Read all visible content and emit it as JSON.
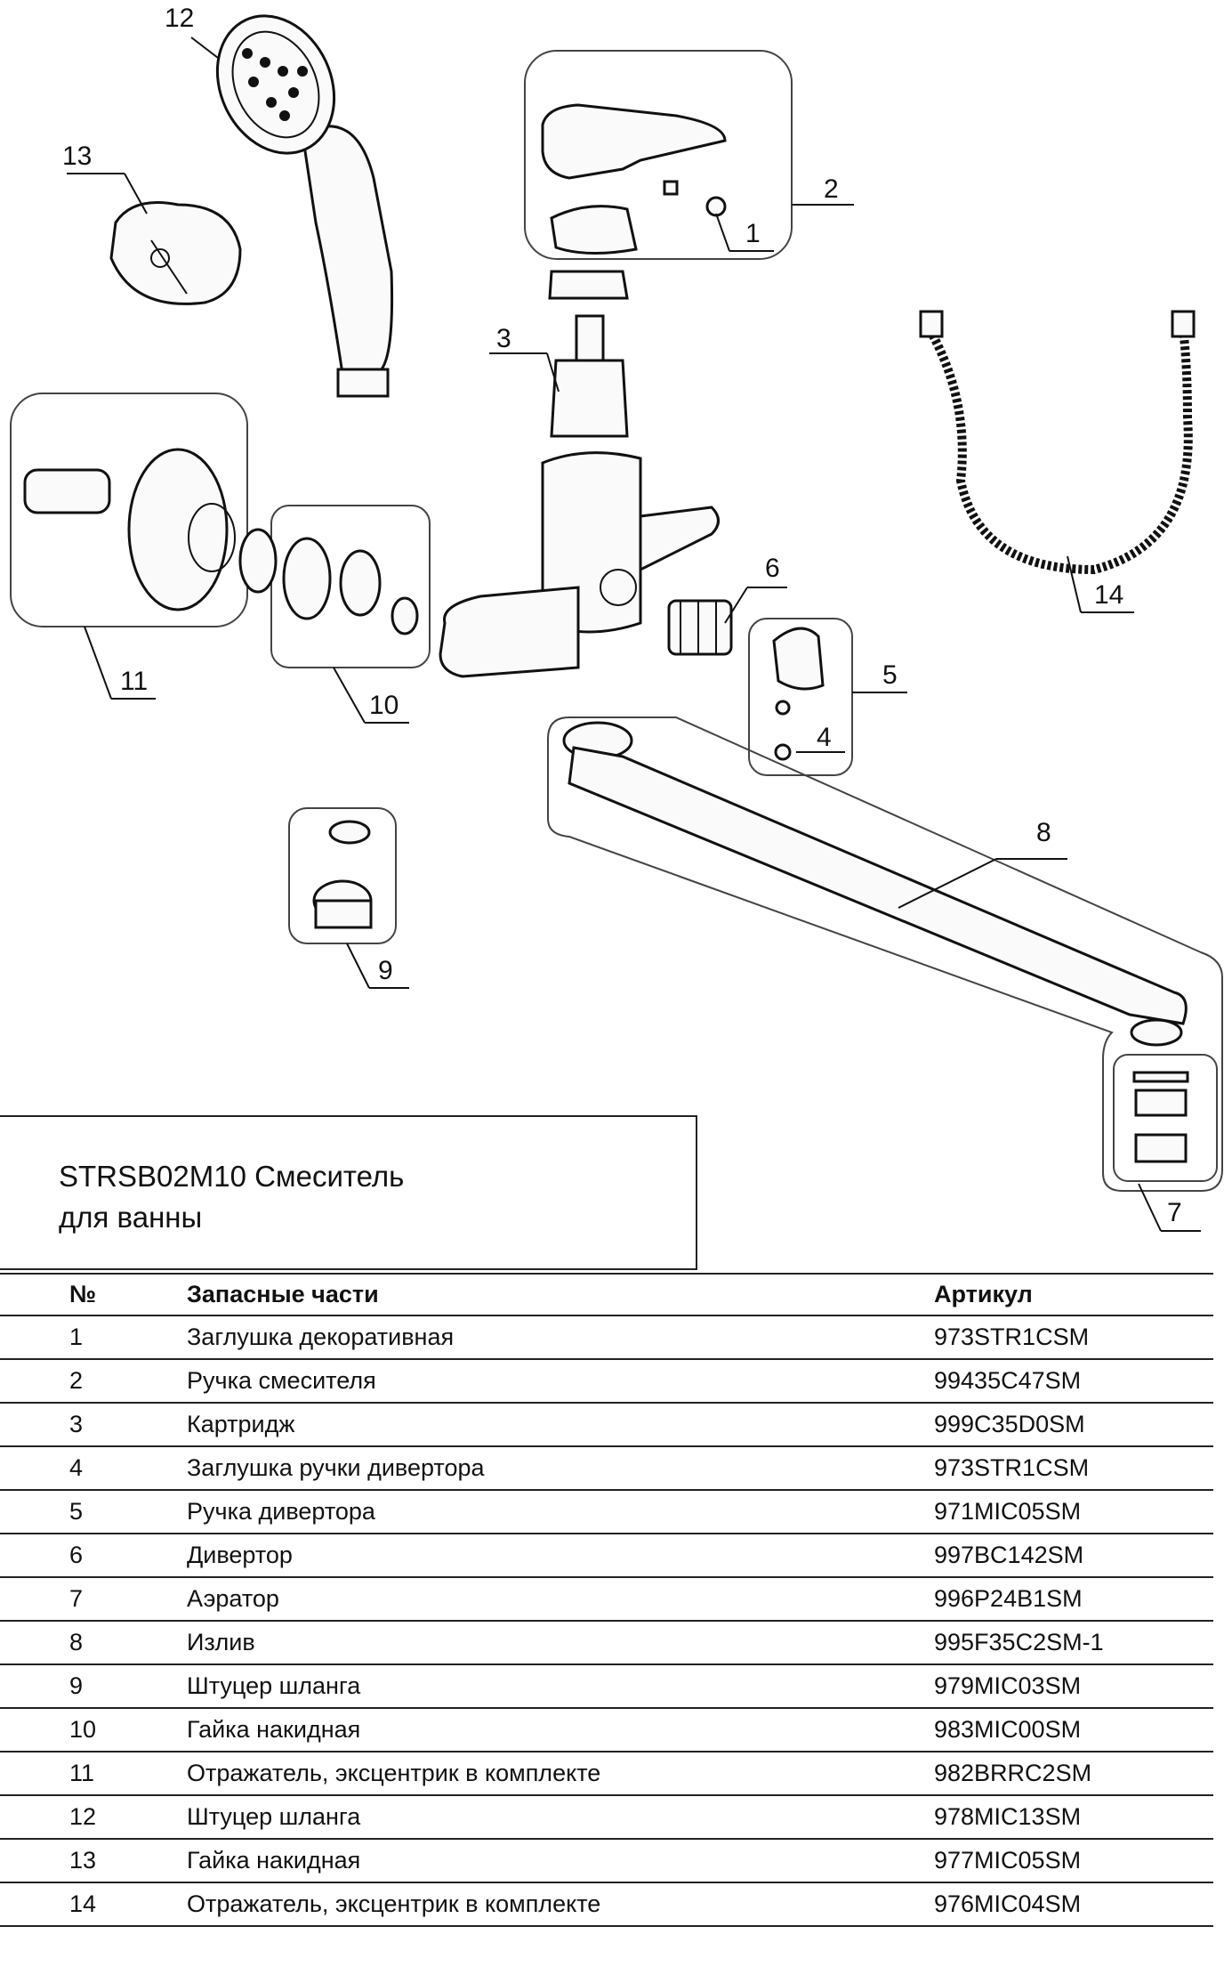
{
  "callouts": [
    "1",
    "2",
    "3",
    "4",
    "5",
    "6",
    "7",
    "8",
    "9",
    "10",
    "11",
    "12",
    "13",
    "14"
  ],
  "title": "STRSB02M10 Смеситель\nдля ванны",
  "table": {
    "headers": {
      "no": "№",
      "name": "Запасные части",
      "sku": "Артикул"
    },
    "rows": [
      {
        "no": "1",
        "name": "Заглушка декоративная",
        "sku": "973STR1CSM"
      },
      {
        "no": "2",
        "name": "Ручка смесителя",
        "sku": "99435C47SM"
      },
      {
        "no": "3",
        "name": "Картридж",
        "sku": "999C35D0SM"
      },
      {
        "no": "4",
        "name": "Заглушка ручки дивертора",
        "sku": "973STR1CSM"
      },
      {
        "no": "5",
        "name": "Ручка дивертора",
        "sku": "971MIC05SM"
      },
      {
        "no": "6",
        "name": "Дивертор",
        "sku": "997BC142SM"
      },
      {
        "no": "7",
        "name": "Аэратор",
        "sku": "996P24B1SM"
      },
      {
        "no": "8",
        "name": "Излив",
        "sku": "995F35C2SM-1"
      },
      {
        "no": "9",
        "name": "Штуцер шланга",
        "sku": "979MIC03SM"
      },
      {
        "no": "10",
        "name": "Гайка накидная",
        "sku": "983MIC00SM"
      },
      {
        "no": "11",
        "name": "Отражатель, эксцентрик в комплекте",
        "sku": "982BRRC2SM"
      },
      {
        "no": "12",
        "name": "Штуцер шланга",
        "sku": "978MIC13SM"
      },
      {
        "no": "13",
        "name": "Гайка накидная",
        "sku": "977MIC05SM"
      },
      {
        "no": "14",
        "name": "Отражатель, эксцентрик в комплекте",
        "sku": "976MIC04SM"
      }
    ]
  }
}
